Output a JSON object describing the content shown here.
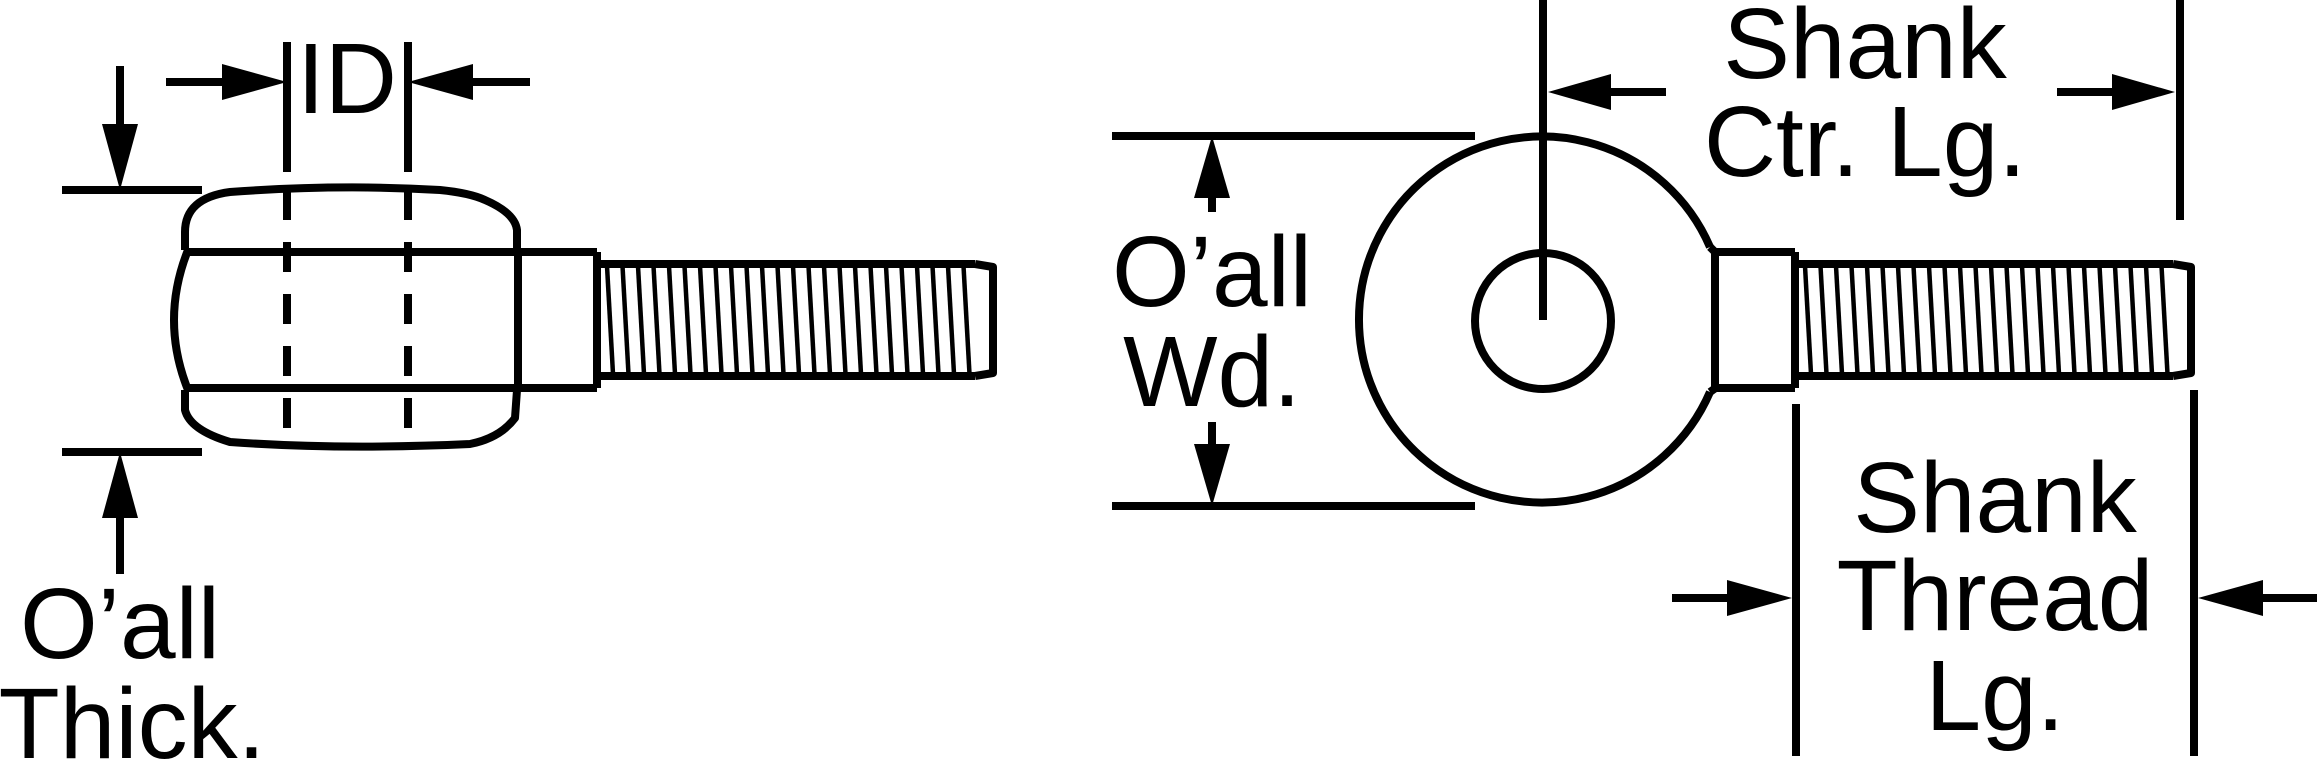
{
  "side_view": {
    "id_label": "ID",
    "thickness_label": {
      "line1": "O’all",
      "line2": "Thick."
    }
  },
  "front_view": {
    "width_label": {
      "line1": "O’all",
      "line2": "Wd."
    },
    "shank_ctr_label": {
      "line1": "Shank",
      "line2": "Ctr. Lg."
    },
    "shank_thread_label": {
      "line1": "Shank",
      "line2": "Thread",
      "line3": "Lg."
    }
  }
}
